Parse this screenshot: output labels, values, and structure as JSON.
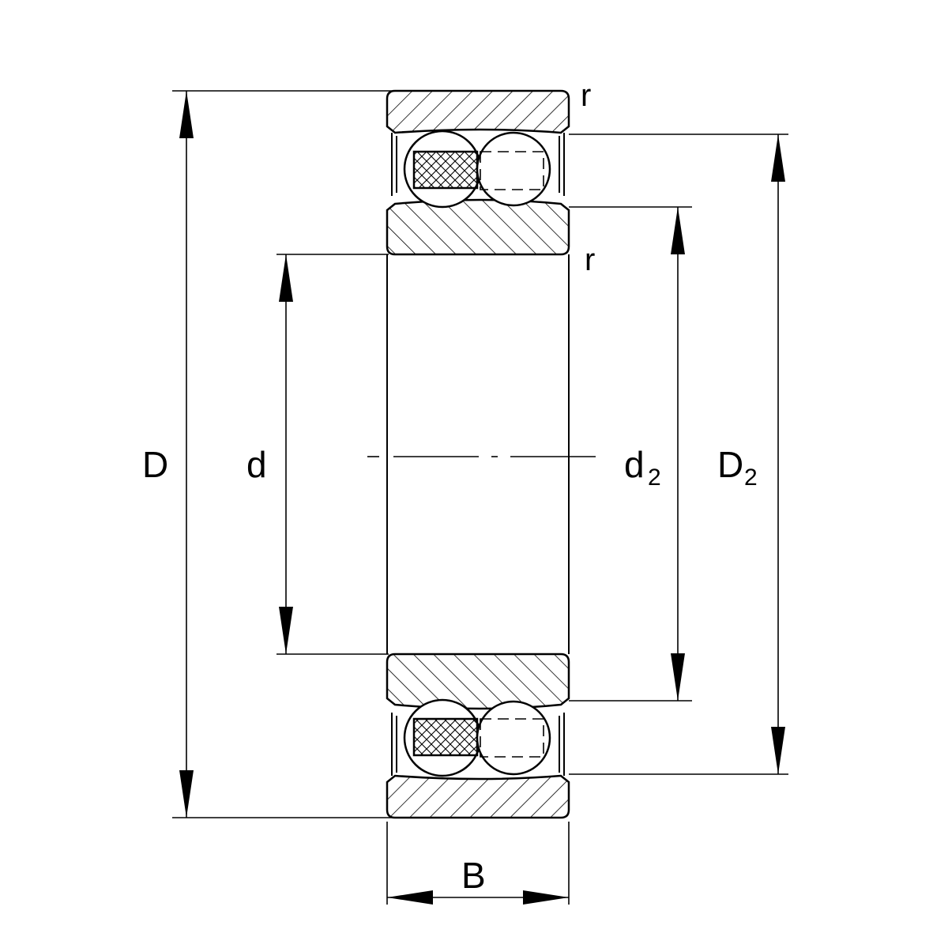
{
  "labels": {
    "outer_diameter": "D",
    "bore_diameter": "d",
    "inner_ring_shoulder_letter": "d",
    "inner_ring_shoulder_sub": "2",
    "outer_ring_shoulder_letter": "D",
    "outer_ring_shoulder_sub": "2",
    "width": "B",
    "radius_top": "r",
    "radius_inner": "r"
  }
}
